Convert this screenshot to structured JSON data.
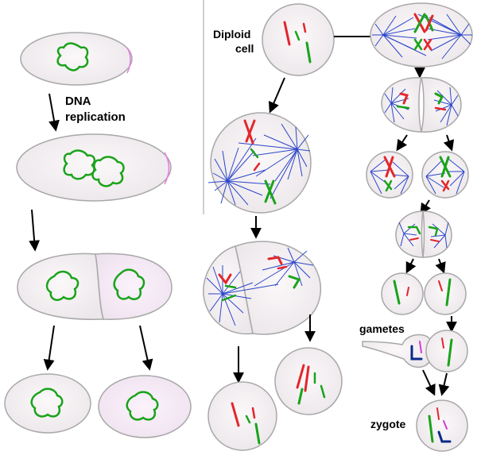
{
  "labels": {
    "dna_replication_line1": "DNA",
    "dna_replication_line2": "replication",
    "diploid_line1": "Diploid",
    "diploid_line2": "cell",
    "gametes": "gametes",
    "zygote": "zygote"
  },
  "colors": {
    "cell_fill": "#f6f2f4",
    "cell_stroke": "#9a9a9a",
    "dna": "#1aa31a",
    "chrom_red": "#e3262b",
    "chrom_green": "#1aa31a",
    "spindle": "#2b46c9",
    "magenta": "#d63ad6",
    "navy": "#0a2a8a"
  },
  "icons": [
    "arrow-icon",
    "spindle-icon",
    "chromosome-icon"
  ]
}
